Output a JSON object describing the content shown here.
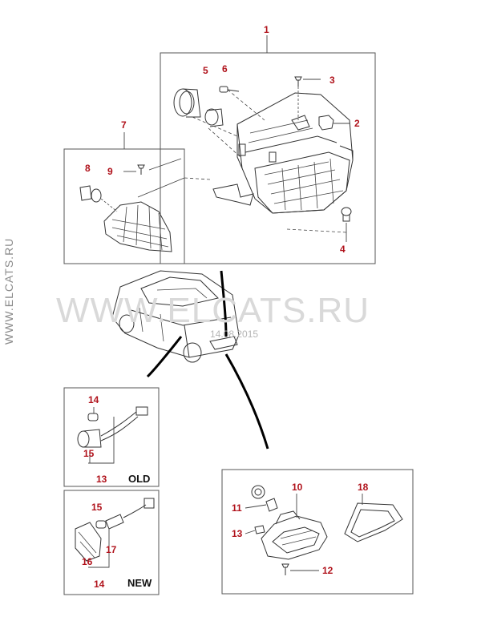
{
  "watermark": "WWW.ELCATS.RU",
  "side_watermark": "WWW.ELCATS.RU",
  "stamp": "14.08.2015",
  "labels": {
    "old": "OLD",
    "new": "NEW"
  },
  "callouts": {
    "n1": "1",
    "n2": "2",
    "n3": "3",
    "n4": "4",
    "n5": "5",
    "n6": "6",
    "n7": "7",
    "n8": "8",
    "n9": "9",
    "n10": "10",
    "n11": "11",
    "n12": "12",
    "n13a": "13",
    "n13b": "13",
    "n14a": "14",
    "n14b": "14",
    "n15a": "15",
    "n15b": "15",
    "n16": "16",
    "n17": "17",
    "n18": "18"
  },
  "colors": {
    "callout": "#b0121b",
    "lines": "#333333",
    "watermark": "#d9d9d9"
  }
}
